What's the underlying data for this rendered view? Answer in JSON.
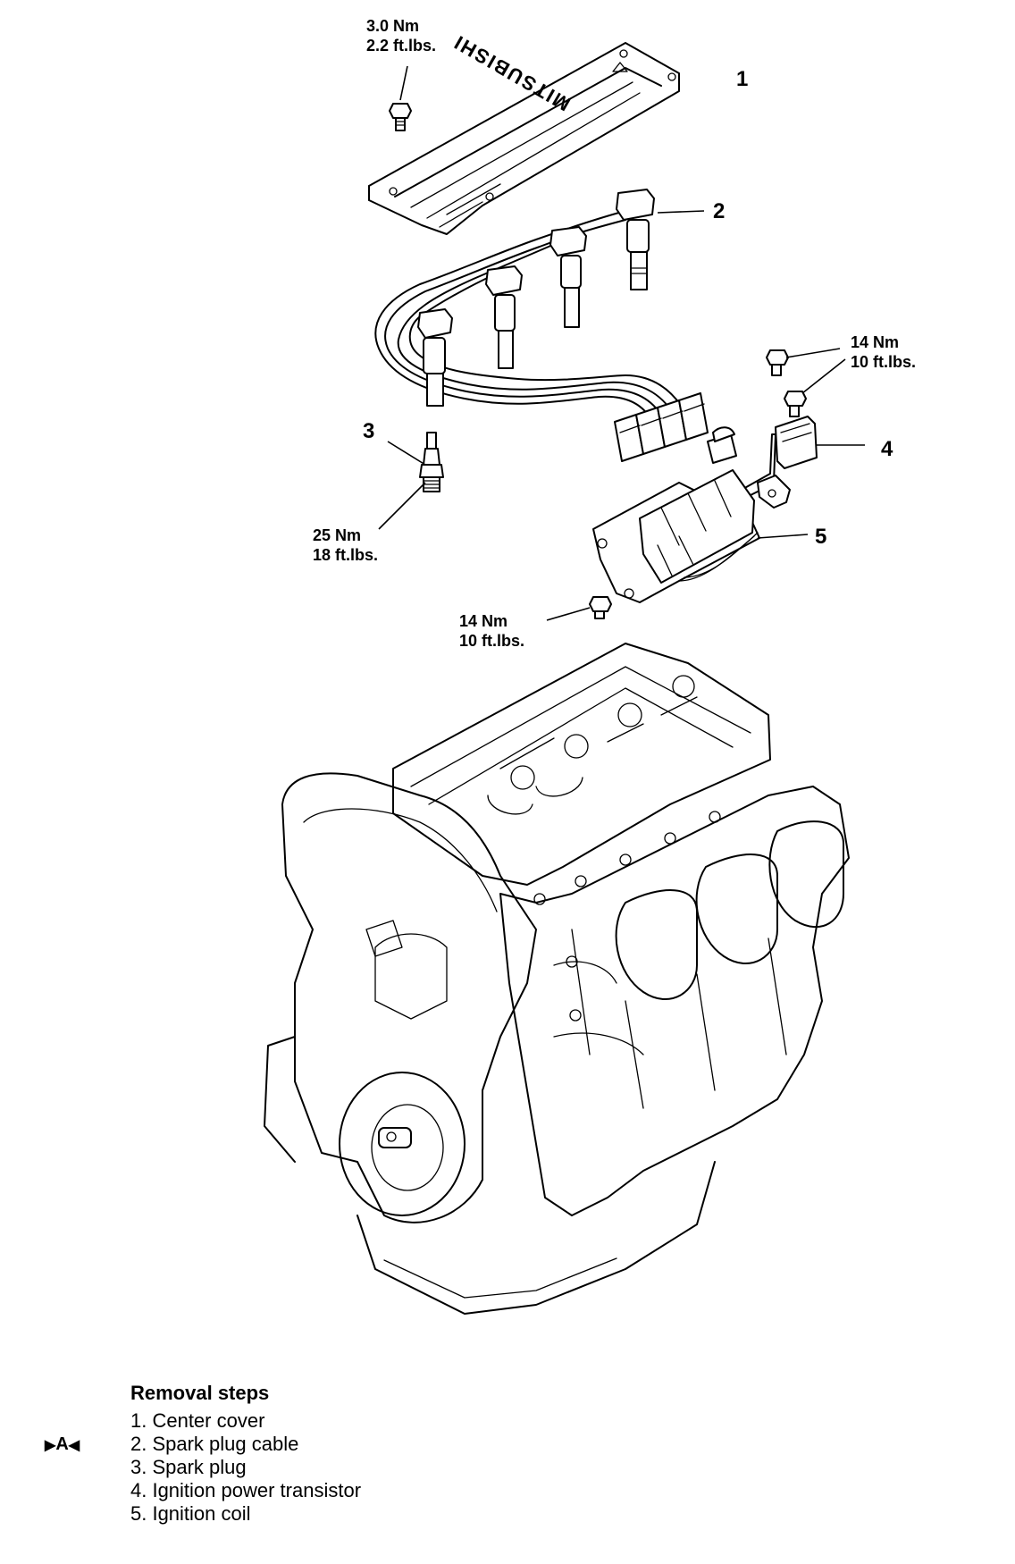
{
  "brand": "MITSUBISHI",
  "callouts": [
    {
      "id": "1"
    },
    {
      "id": "2"
    },
    {
      "id": "3"
    },
    {
      "id": "4"
    },
    {
      "id": "5"
    }
  ],
  "torques": {
    "cover_bolt": {
      "line1": "3.0 Nm",
      "line2": "2.2 ft.lbs."
    },
    "transistor_bolts": {
      "line1": "14 Nm",
      "line2": "10 ft.lbs."
    },
    "spark_plug": {
      "line1": "25 Nm",
      "line2": "18 ft.lbs."
    },
    "coil_bolt": {
      "line1": "14 Nm",
      "line2": "10 ft.lbs."
    }
  },
  "removal": {
    "title": "Removal steps",
    "marker": "A",
    "steps": [
      "1. Center cover",
      "2. Spark plug cable",
      "3. Spark plug",
      "4. Ignition power transistor",
      "5. Ignition coil"
    ]
  }
}
